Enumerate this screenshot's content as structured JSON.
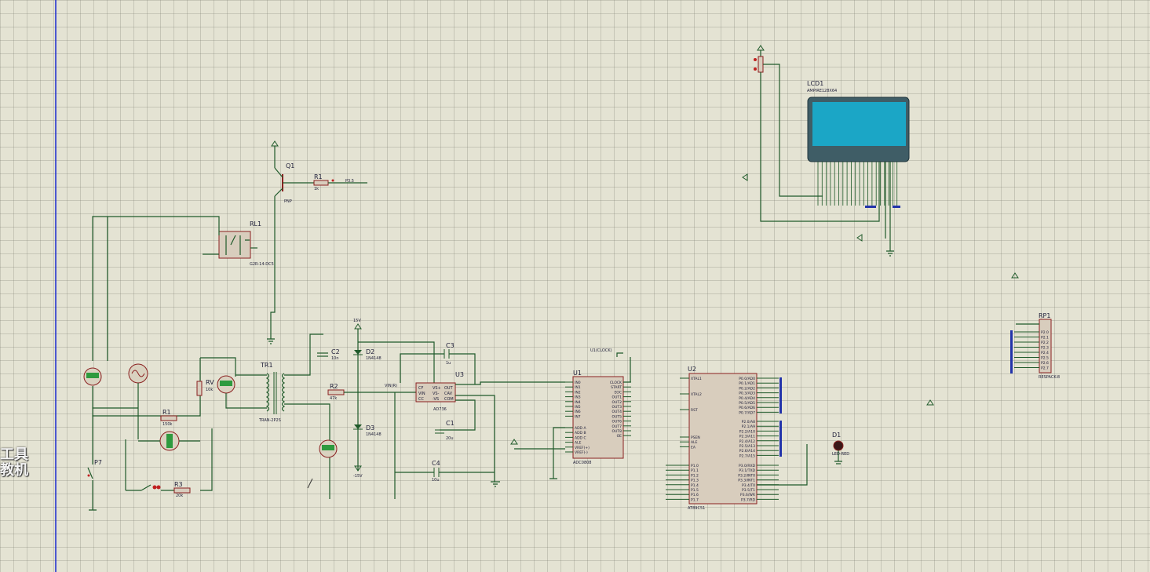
{
  "watermark": {
    "line1": "工具",
    "line2": "教机"
  },
  "parts": {
    "q1": "Q1",
    "q1_type": "PNP",
    "r1": "R1",
    "r1_val": "1k",
    "p35": "P3.5",
    "rl1": "RL1",
    "rl1_type": "G2R-14-DC5",
    "tr1": "TR1",
    "tr1_type": "TRAN-2P2S",
    "r1b": "R1",
    "r1b_val": "150k",
    "rv": "RV",
    "rv_val": "10k",
    "r3": "R3",
    "r3_val": "20k",
    "p7": "P7",
    "c2": "C2",
    "c2_val": "10n",
    "d2": "D2",
    "d2_type": "1N4148",
    "d3": "D3",
    "d3_type": "1N4148",
    "r2": "R2",
    "r2_val": "47k",
    "c3": "C3",
    "c3_val": "1u",
    "u3": "U3",
    "u3_type": "AD736",
    "c1": "C1",
    "c1_val": "20u",
    "c4": "C4",
    "c4_val": "10u",
    "v15p": "15V",
    "v15n": "-15V",
    "u1": "U1",
    "u1_type": "ADC0808",
    "u1_clock": "U1(CLOCK)",
    "vinr": "VIN(R)",
    "u2": "U2",
    "u2_type": "AT89C51",
    "lcd1": "LCD1",
    "lcd1_type": "AMPIRE128X64",
    "d1": "D1",
    "d1_type": "LED-RED",
    "rp1": "RP1",
    "rp1_type": "RESPACK-8"
  },
  "u1_pins_left": [
    "IN0",
    "IN1",
    "IN2",
    "IN3",
    "IN4",
    "IN5",
    "IN6",
    "IN7"
  ],
  "u1_pins_right": [
    "CLOCK",
    "START",
    "EOC",
    "OUT1",
    "OUT2",
    "OUT3",
    "OUT4",
    "OUT5",
    "OUT6",
    "OUT7",
    "OUT8",
    "OE"
  ],
  "u1_pins_addr": [
    "ADD A",
    "ADD B",
    "ADD C",
    "ALE",
    "VREF(+)",
    "VREF(-)"
  ],
  "u2_pins_left": [
    "XTAL1",
    "XTAL2",
    "RST",
    "PSEN",
    "ALE",
    "EA",
    "P1.0",
    "P1.1",
    "P1.2",
    "P1.3",
    "P1.4",
    "P1.5",
    "P1.6",
    "P1.7"
  ],
  "u2_pins_right": [
    "P0.0/AD0",
    "P0.1/AD1",
    "P0.2/AD2",
    "P0.3/AD3",
    "P0.4/AD4",
    "P0.5/AD5",
    "P0.6/AD6",
    "P0.7/AD7",
    "P2.0/A8",
    "P2.1/A9",
    "P2.2/A10",
    "P2.3/A11",
    "P2.4/A12",
    "P2.5/A13",
    "P2.6/A14",
    "P2.7/A15",
    "P3.0/RXD",
    "P3.1/TXD",
    "P3.2/INT0",
    "P3.3/INT1",
    "P3.4/T0",
    "P3.5/T1",
    "P3.6/WR",
    "P3.7/RD"
  ],
  "rp1_pins": [
    "P2.0",
    "P2.1",
    "P2.2",
    "P2.3",
    "P2.4",
    "P2.5",
    "P2.6",
    "P2.7"
  ]
}
